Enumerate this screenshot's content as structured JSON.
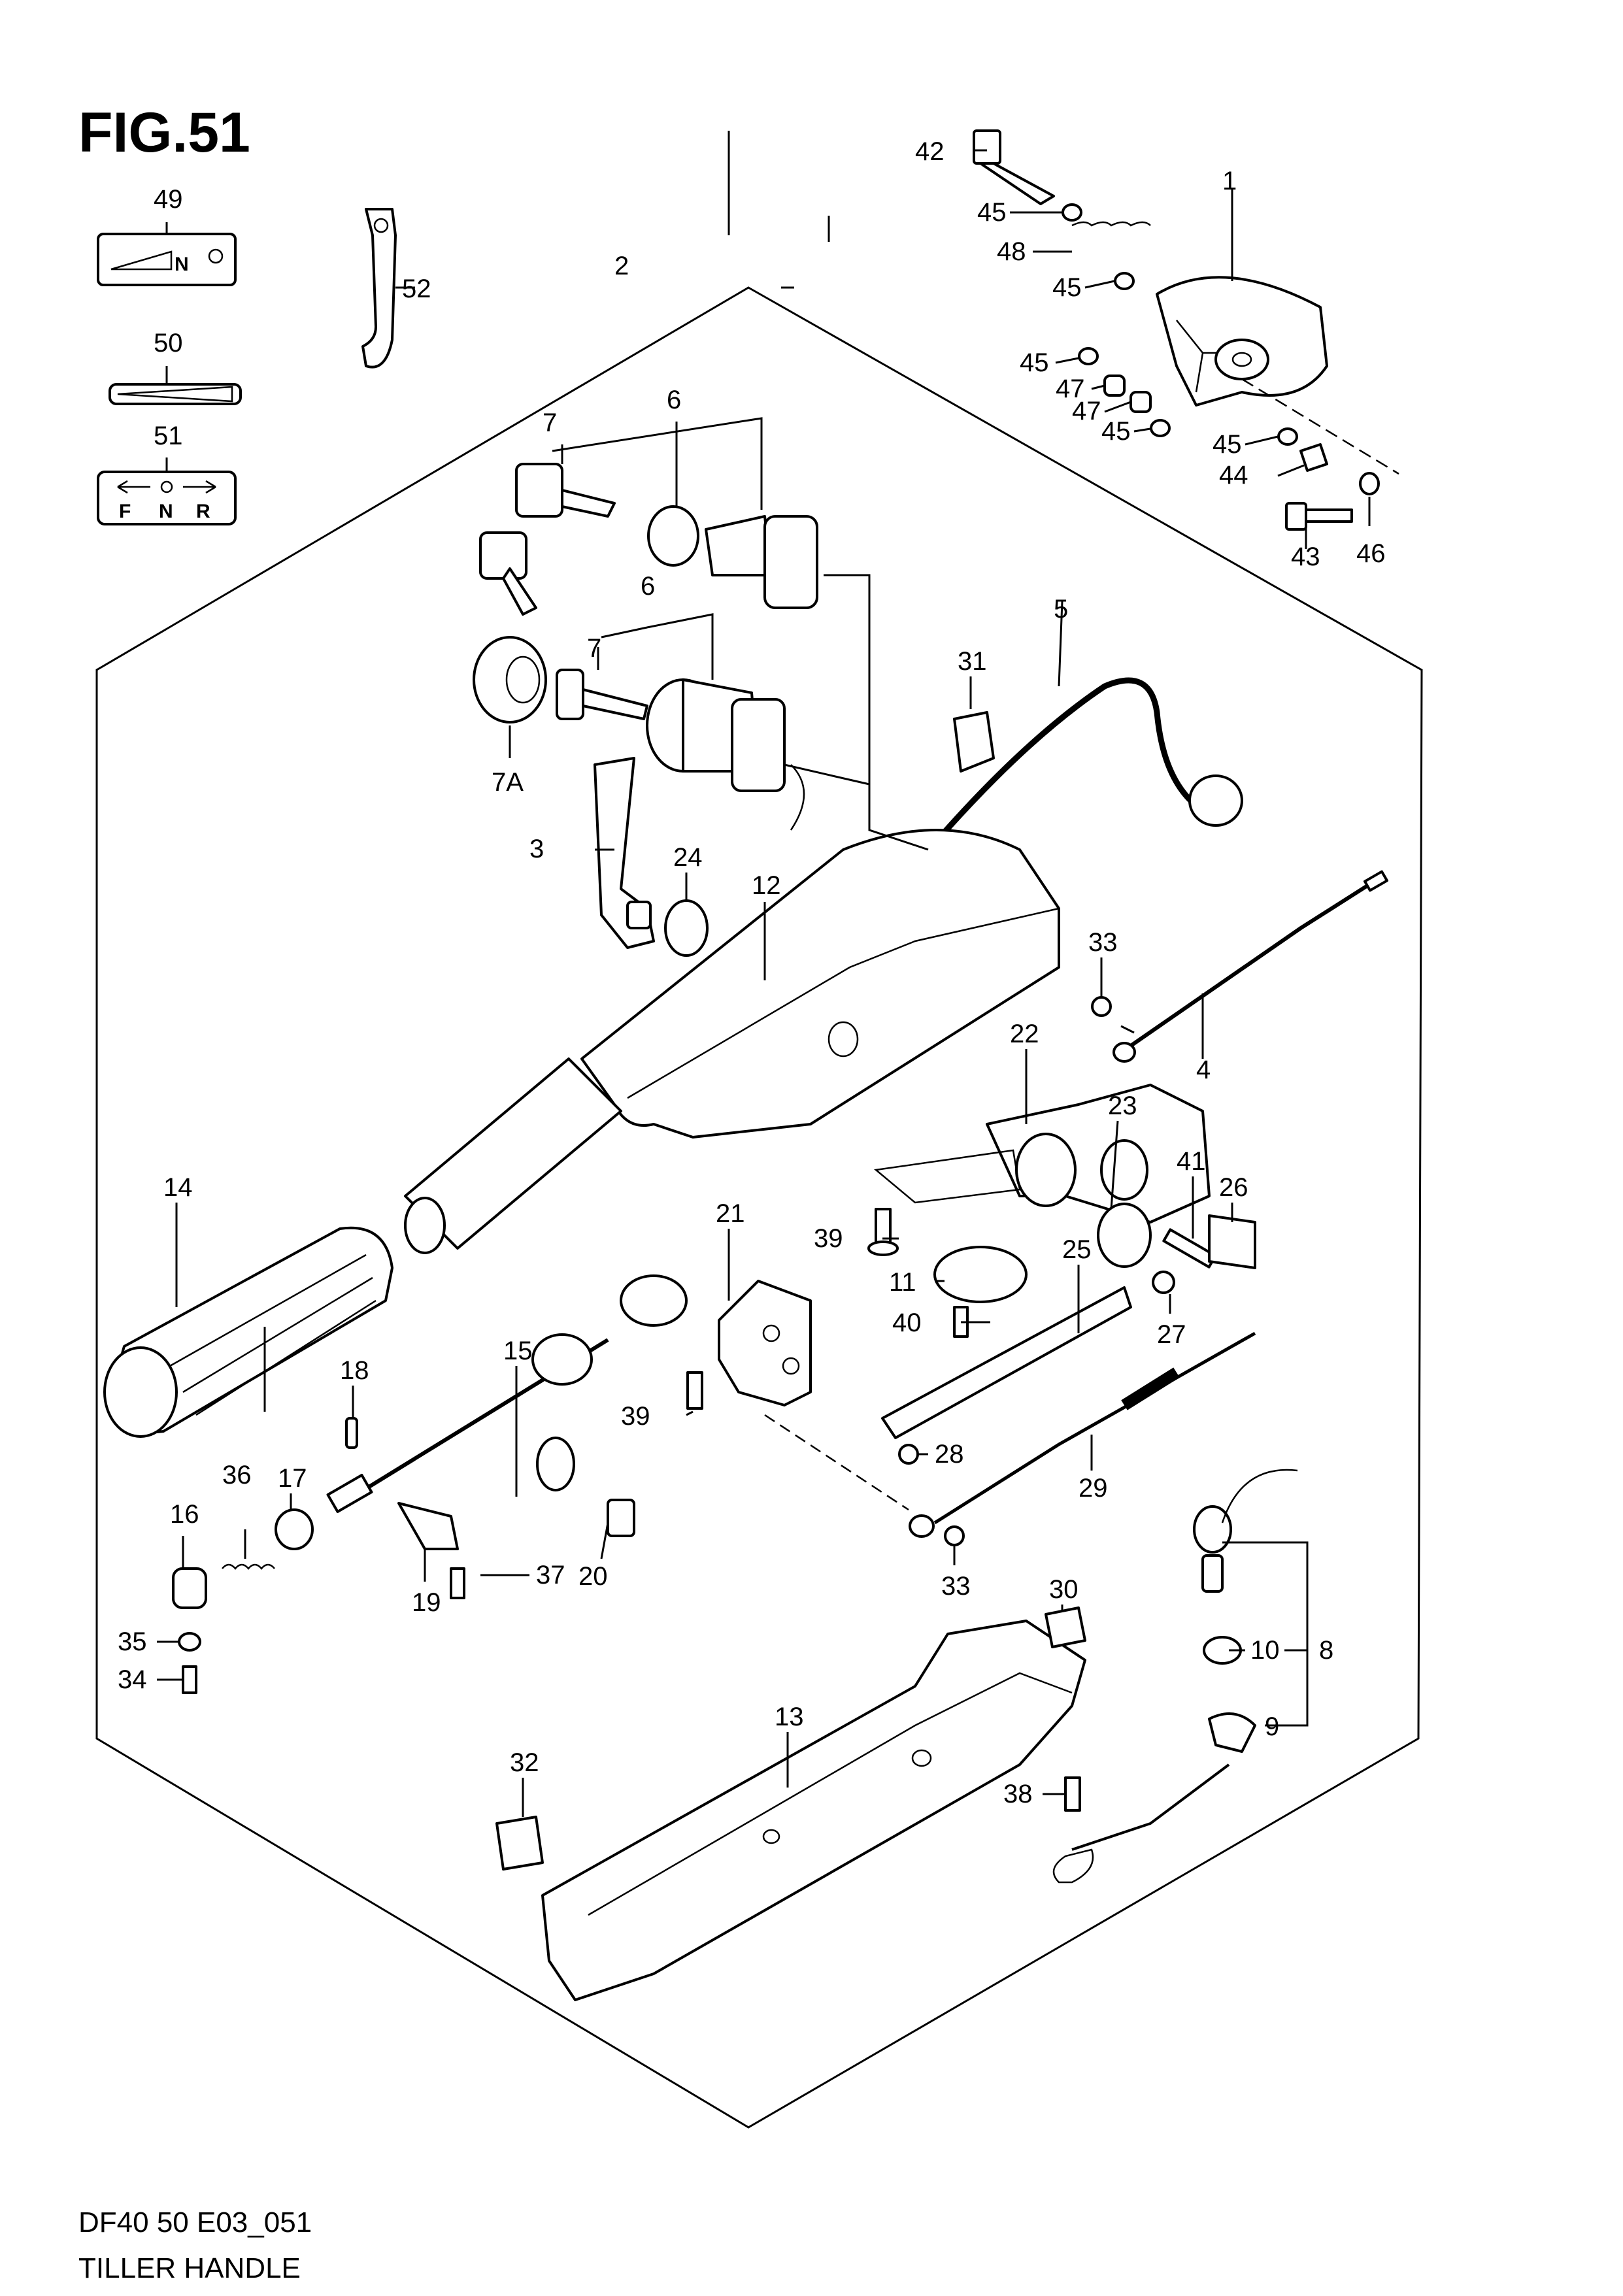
{
  "figure": {
    "title": "FIG.51",
    "code": "DF40 50 E03_051",
    "name": "TILLER HANDLE"
  },
  "panels": {
    "neutral_label": "N",
    "shift_label_f": "F",
    "shift_label_n": "N",
    "shift_label_r": "R"
  },
  "callouts": [
    "1",
    "2",
    "3",
    "4",
    "5",
    "6",
    "6",
    "7",
    "7",
    "7A",
    "8",
    "9",
    "10",
    "11",
    "12",
    "13",
    "14",
    "15",
    "16",
    "17",
    "18",
    "19",
    "20",
    "21",
    "22",
    "23",
    "24",
    "25",
    "26",
    "27",
    "28",
    "29",
    "30",
    "31",
    "32",
    "33",
    "33",
    "34",
    "35",
    "36",
    "37",
    "38",
    "39",
    "39",
    "40",
    "41",
    "42",
    "43",
    "44",
    "45",
    "45",
    "45",
    "45",
    "45",
    "46",
    "47",
    "47",
    "48",
    "49",
    "50",
    "51",
    "52"
  ]
}
